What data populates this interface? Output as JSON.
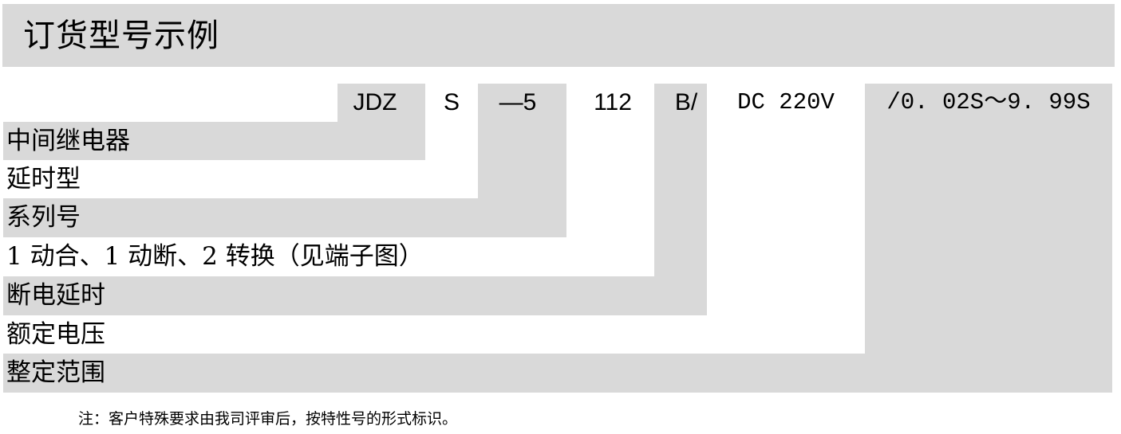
{
  "header": {
    "title": "订货型号示例"
  },
  "model_code": {
    "segments": [
      {
        "code": "JDZ",
        "meaning": "中间继电器"
      },
      {
        "code": "S",
        "meaning": "延时型"
      },
      {
        "code": "—5",
        "meaning": "系列号"
      },
      {
        "code": "112",
        "meaning": "1动合、1动断、2转换（见端子图）"
      },
      {
        "code": "B/",
        "meaning": "断电延时"
      },
      {
        "code": "DC 220V",
        "meaning": "额定电压"
      },
      {
        "code": "/0.02S～9.99S",
        "meaning": "整定范围"
      }
    ]
  },
  "rows": [
    {
      "label": "中间继电器"
    },
    {
      "label": "延时型"
    },
    {
      "label": "系列号"
    },
    {
      "label": "1 动合、1 动断、2 转换（见端子图）"
    },
    {
      "label": "断电延时"
    },
    {
      "label": "额定电压"
    },
    {
      "label": "整定范围"
    }
  ],
  "codes": [
    "JDZ",
    "S",
    "—5",
    "112",
    "B/",
    "DC 220V",
    "/0. 02S～9. 99S"
  ],
  "note": "注：客户特殊要求由我司评审后，按特性号的形式标识。",
  "colors": {
    "band_gray": "#d9d9d9",
    "background": "#ffffff",
    "text": "#000000"
  }
}
